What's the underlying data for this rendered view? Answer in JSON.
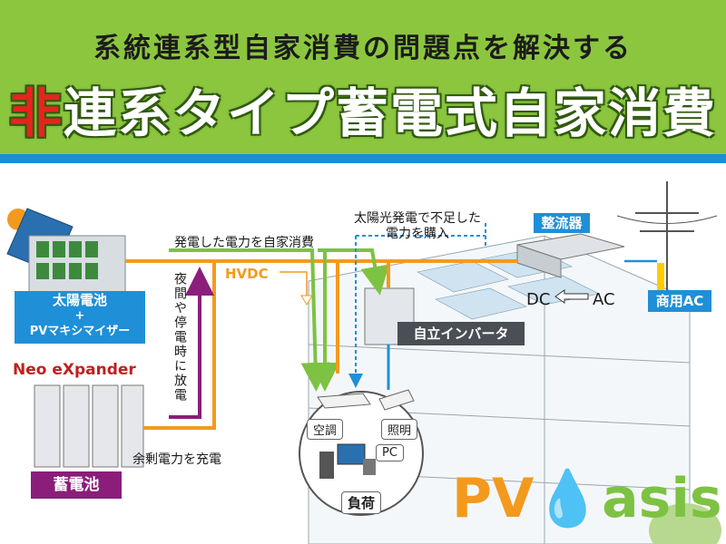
{
  "header": {
    "subtitle": "系統連系型自家消費の問題点を解決する",
    "title_highlight": "非",
    "title_rest": "連系タイプ蓄電式自家消費"
  },
  "solar": {
    "label_line1": "太陽電池",
    "label_line2": "+",
    "label_line3": "PVマキシマイザー"
  },
  "battery": {
    "brand": "Neo eXpander",
    "label": "蓄電池"
  },
  "rectifier": {
    "label": "整流器"
  },
  "grid": {
    "label": "商用AC"
  },
  "inverter": {
    "label": "自立インバータ"
  },
  "flows": {
    "self_consume": "発電した電力を自家消費",
    "shortage_line1": "太陽光発電で不足した",
    "shortage_line2": "電力を購入",
    "hvdc": "HVDC",
    "night_discharge": "夜間や停電時に放電",
    "surplus_charge": "余剰電力を充電",
    "dc": "DC",
    "ac": "AC"
  },
  "loads": {
    "aircon": "空調",
    "lighting": "照明",
    "pc": "PC",
    "load": "負荷"
  },
  "logo": {
    "text_pv": "PV",
    "text_asis": "asis"
  },
  "colors": {
    "header_green": "#8cc63f",
    "stripe_blue": "#1a8fd6",
    "orange_line": "#f39a1e",
    "green_line": "#7dc242",
    "blue_line": "#1f8fd8",
    "purple": "#8a1e7a",
    "highlight_red": "#e8231d"
  }
}
